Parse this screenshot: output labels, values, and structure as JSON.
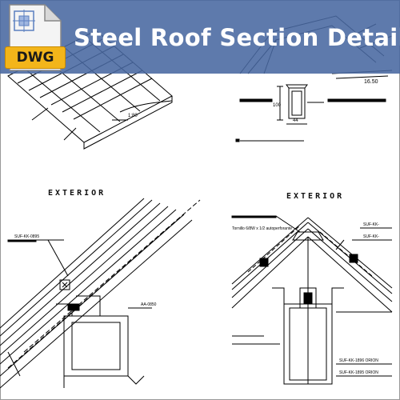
{
  "banner": {
    "title": "Steel Roof Section Details",
    "badge": "DWG"
  },
  "labels": {
    "exterior_left": "EXTERIOR",
    "exterior_right": "EXTERIOR"
  },
  "colors": {
    "banner": "#4868a0",
    "badge": "#f3b51a",
    "lines": "#000000"
  }
}
